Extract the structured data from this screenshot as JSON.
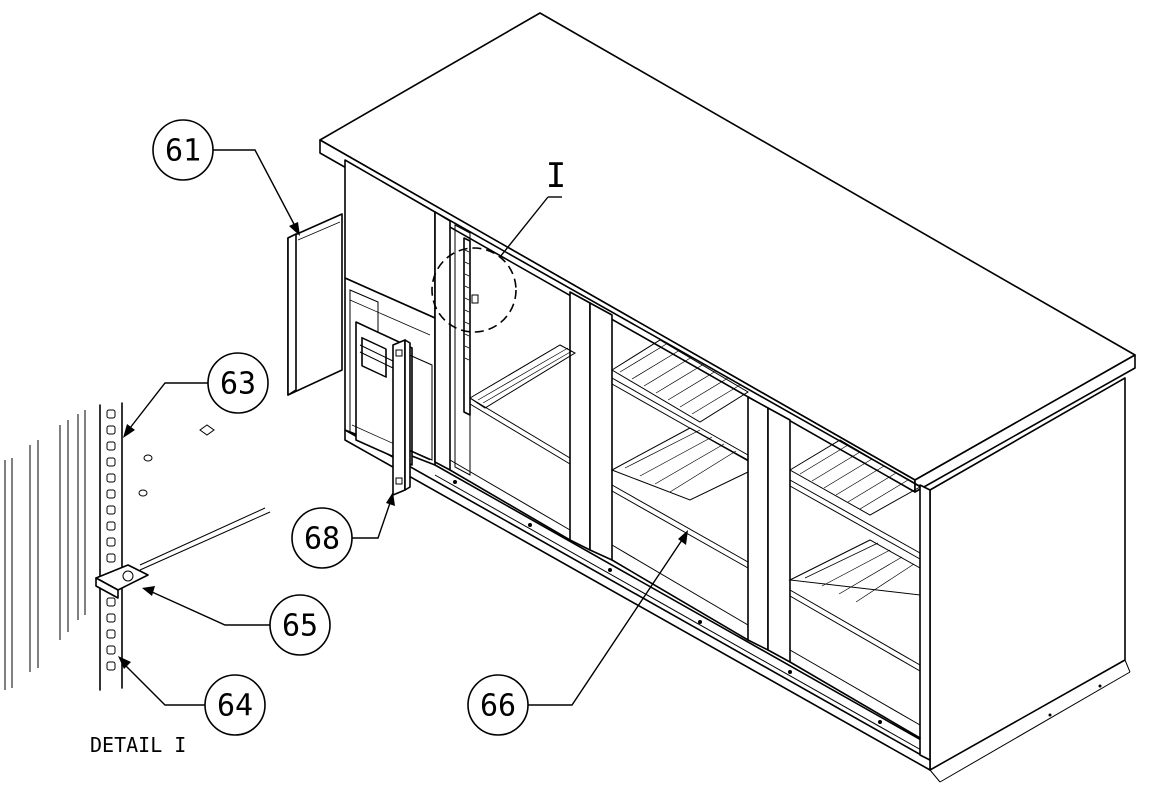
{
  "callouts": [
    {
      "id": "61",
      "label": "61"
    },
    {
      "id": "63",
      "label": "63"
    },
    {
      "id": "64",
      "label": "64"
    },
    {
      "id": "65",
      "label": "65"
    },
    {
      "id": "66",
      "label": "66"
    },
    {
      "id": "68",
      "label": "68"
    }
  ],
  "detail_marker": "I",
  "detail_caption": "DETAIL I"
}
